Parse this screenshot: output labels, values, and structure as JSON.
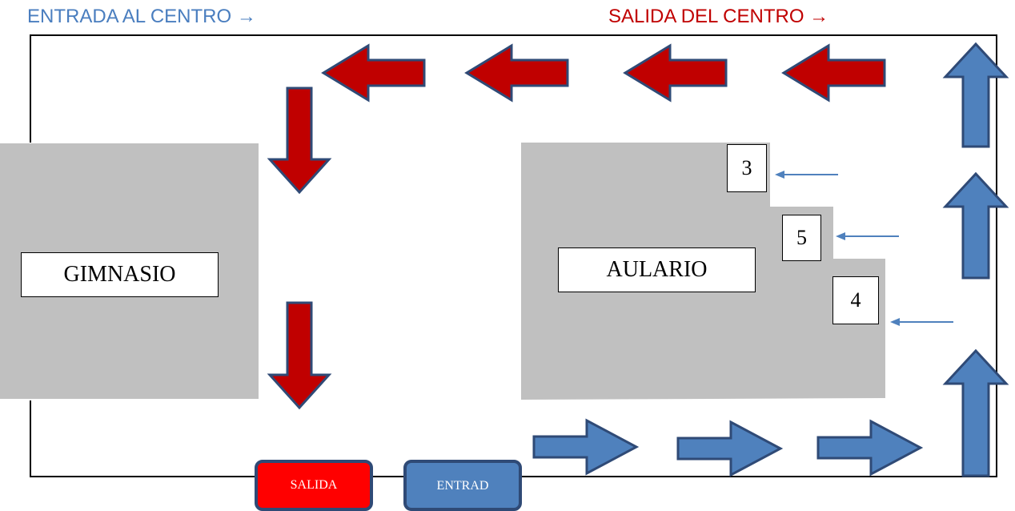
{
  "headings": {
    "entry": "ENTRADA AL CENTRO →",
    "exit": "SALIDA DEL CENTRO →"
  },
  "buildings": {
    "gym": "GIMNASIO",
    "classrooms": "AULARIO"
  },
  "doors": {
    "door_3": "3",
    "door_5": "5",
    "door_4": "4"
  },
  "buttons": {
    "exit": "SALIDA",
    "entry": "ENTRAD"
  },
  "colors": {
    "entry_blue": "#4f81bd",
    "entry_text": "#4a7ebf",
    "exit_red": "#c00000",
    "exit_text": "#c00000",
    "arrow_border": "#2f4a76",
    "building_gray": "#c0c0c0",
    "exit_button": "#ff0000"
  },
  "icons": {
    "exit_route": "red-block-arrow",
    "entry_route": "blue-block-arrow",
    "door_pointer": "thin-arrow"
  }
}
